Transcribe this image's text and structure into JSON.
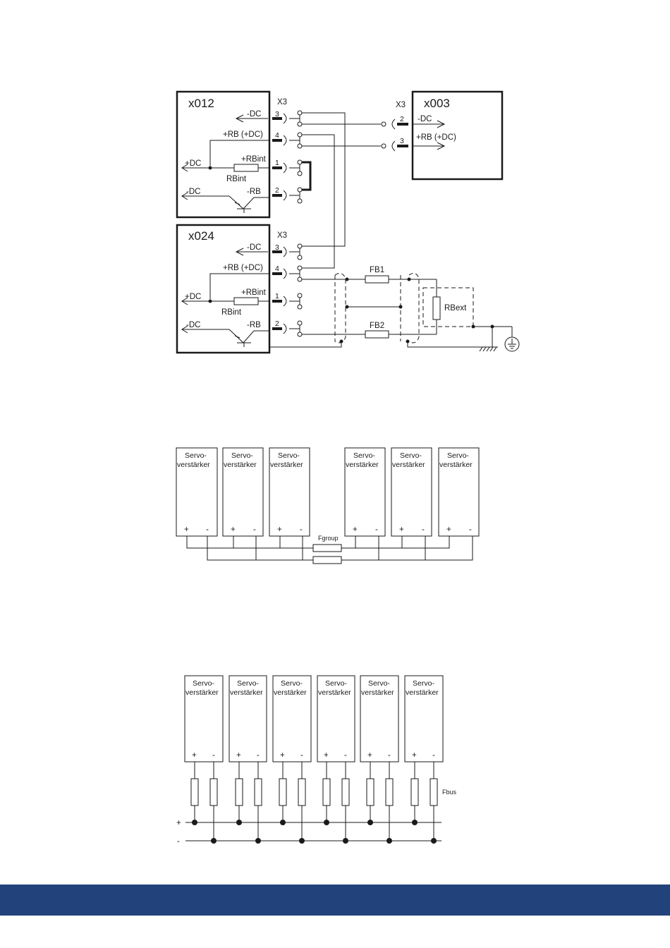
{
  "colors": {
    "footer": "#21427a",
    "line": "#1a1a1a"
  },
  "diagram1": {
    "block_x012": {
      "title": "x012",
      "connector": "X3",
      "pins": [
        "3",
        "4",
        "1",
        "2"
      ],
      "signals": {
        "minus_dc_out": "-DC",
        "rb_dc": "+RB (+DC)",
        "rbint_pin": "+RBint",
        "rbint_res": "RBint",
        "plus_dc": "+DC",
        "minus_dc": "-DC",
        "minus_rb": "-RB"
      }
    },
    "block_x024": {
      "title": "x024",
      "connector": "X3",
      "pins": [
        "3",
        "4",
        "1",
        "2"
      ],
      "signals": {
        "minus_dc_out": "-DC",
        "rb_dc": "+RB (+DC)",
        "rbint_pin": "+RBint",
        "rbint_res": "RBint",
        "plus_dc": "+DC",
        "minus_dc": "-DC",
        "minus_rb": "-RB"
      }
    },
    "block_x003": {
      "title": "x003",
      "connector": "X3",
      "pins": [
        "2",
        "3"
      ],
      "signals": {
        "minus_dc": "-DC",
        "rb_dc": "+RB (+DC)"
      }
    },
    "fuse1": "FB1",
    "fuse2": "FB2",
    "ext_resistor": "RBext"
  },
  "diagram2": {
    "modules": [
      "Servo-\nverstärker",
      "Servo-\nverstärker",
      "Servo-\nverstärker",
      "Servo-\nverstärker",
      "Servo-\nverstärker",
      "Servo-\nverstärker"
    ],
    "module_line1": "Servo-",
    "module_line2": "verstärker",
    "plus": "+",
    "minus": "-",
    "fuse_label": "Fgroup"
  },
  "diagram3": {
    "module_line1": "Servo-",
    "module_line2": "verstärker",
    "plus": "+",
    "minus": "-",
    "fuse_label": "Fbus",
    "rail_plus": "+",
    "rail_minus": "-"
  }
}
